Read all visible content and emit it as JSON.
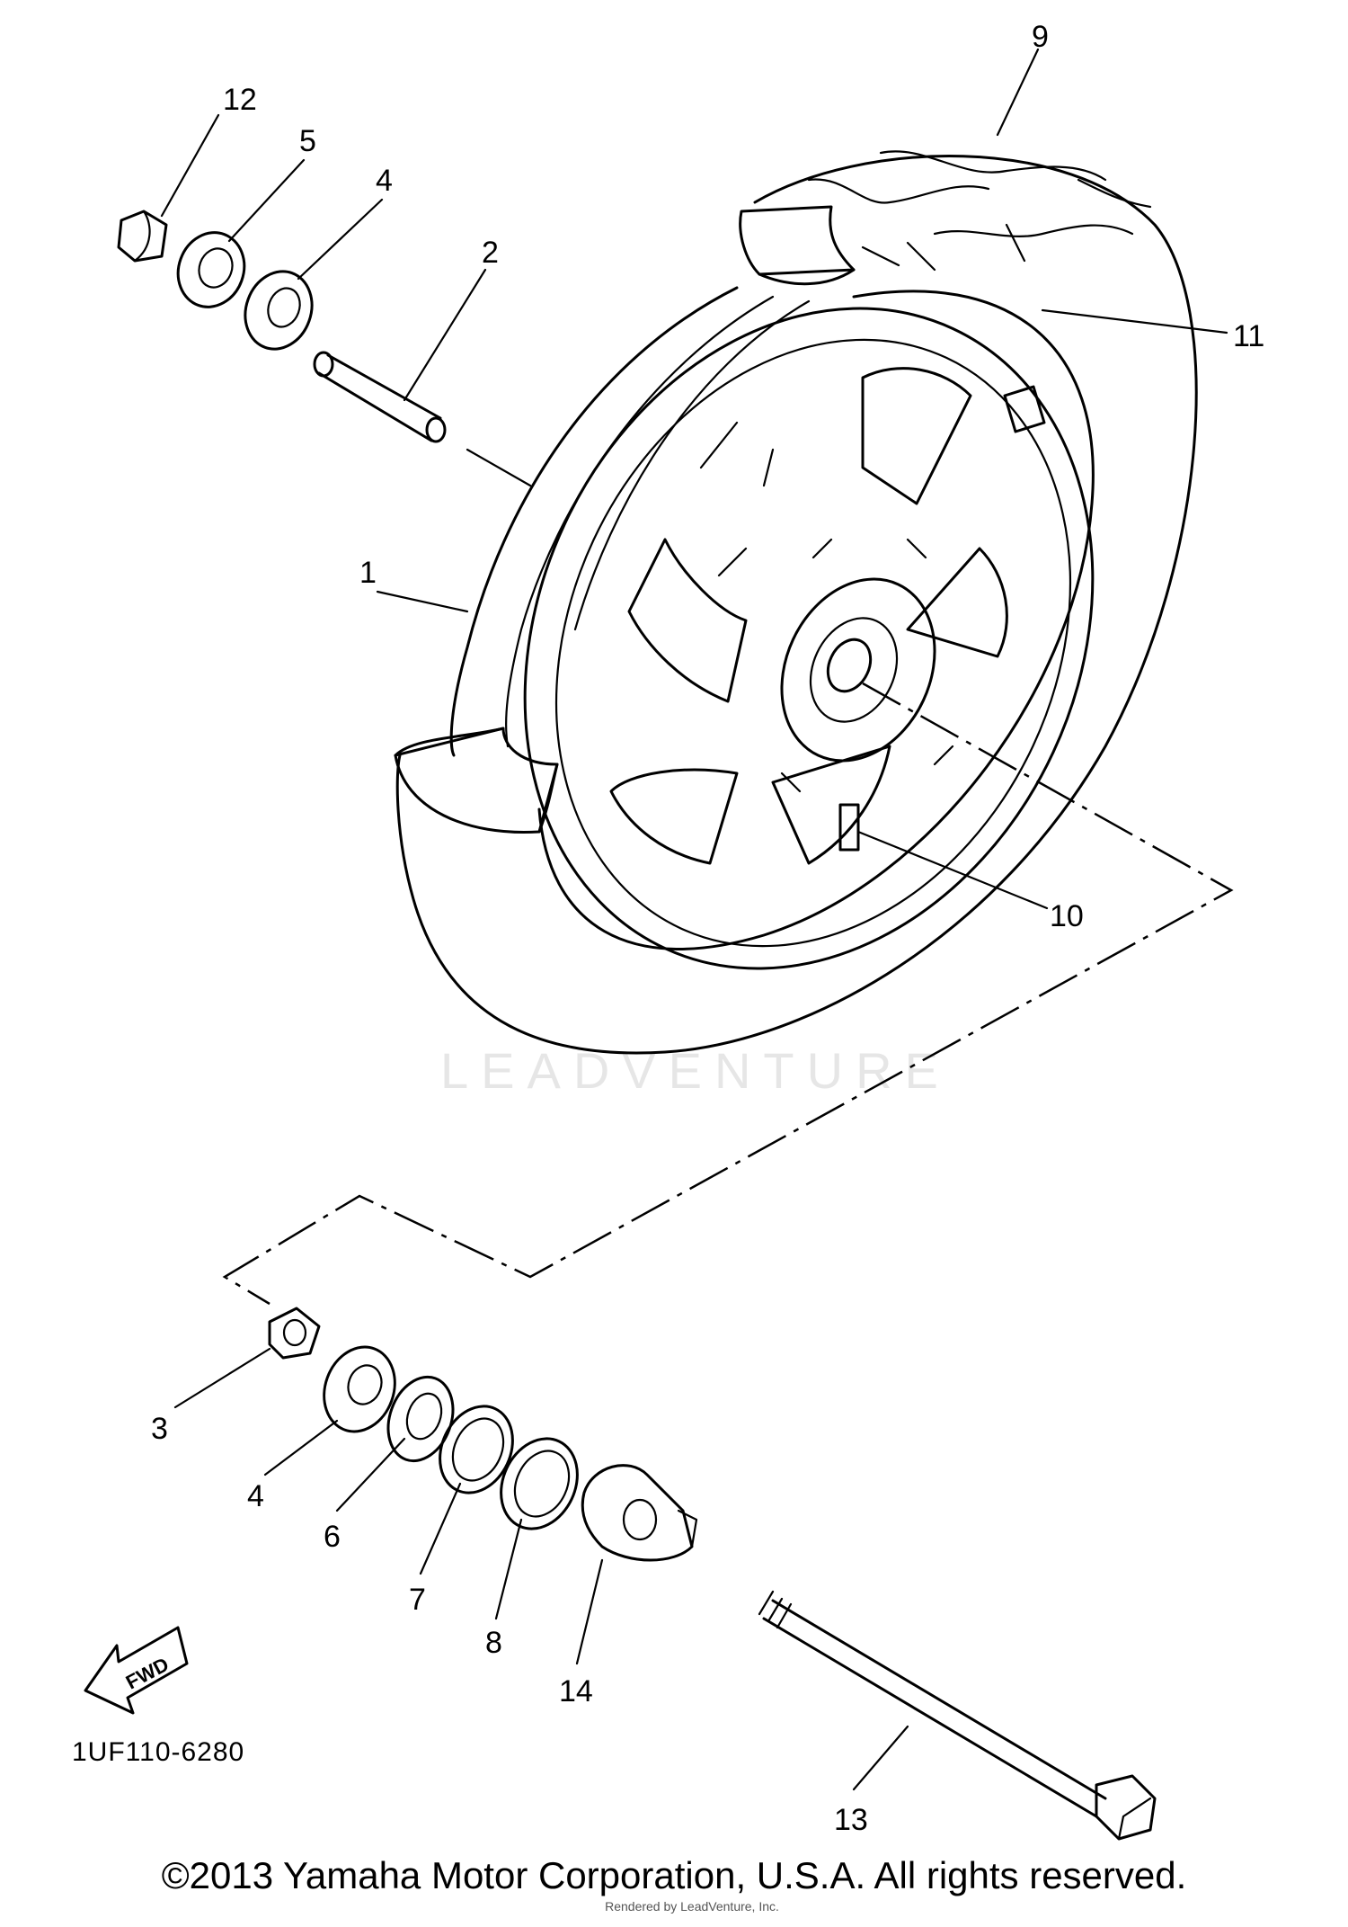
{
  "diagram": {
    "callouts": {
      "c1": "1",
      "c2": "2",
      "c3": "3",
      "c4a": "4",
      "c4b": "4",
      "c5": "5",
      "c6": "6",
      "c7": "7",
      "c8": "8",
      "c9": "9",
      "c10": "10",
      "c11": "11",
      "c12": "12",
      "c13": "13",
      "c14": "14"
    },
    "fwd_label": "FWD",
    "part_code": "1UF110-6280",
    "watermark": "LEADVENTURE"
  },
  "footer": {
    "copyright": "©2013 Yamaha Motor Corporation, U.S.A. All rights reserved.",
    "render_note": "Rendered by LeadVenture, Inc."
  }
}
